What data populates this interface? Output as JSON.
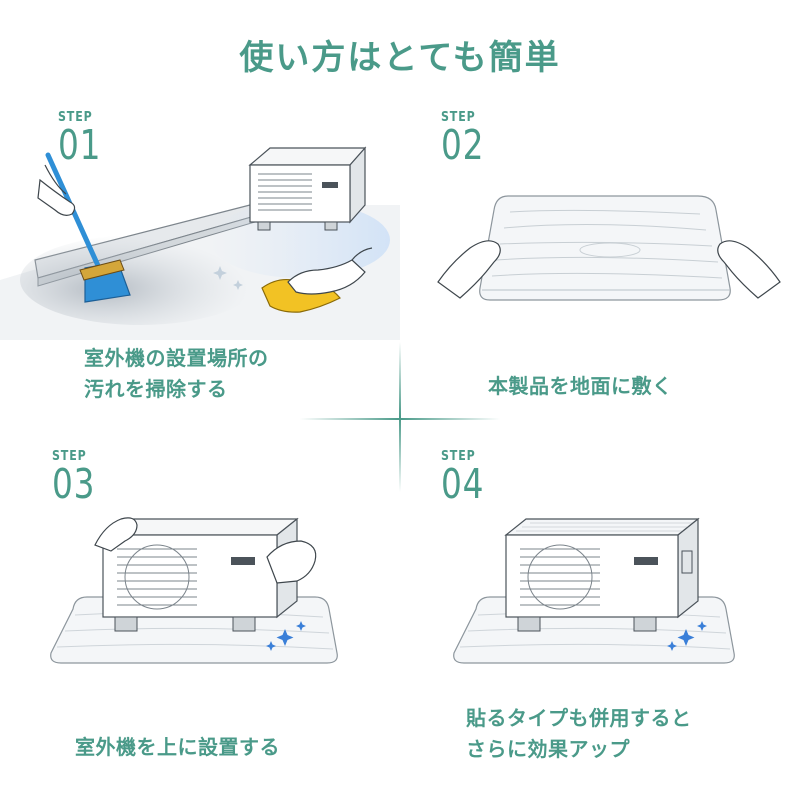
{
  "title": "使い方はとても簡単",
  "colors": {
    "accent": "#4a9a89",
    "broom": "#2f8fd6",
    "cloth": "#f2c224",
    "sparkle": "#3a7fd8"
  },
  "steps": [
    {
      "label": "STEP",
      "number": "01",
      "caption_lines": [
        "室外機の設置場所の",
        "汚れを掃除する"
      ],
      "icons": [
        "broom-icon",
        "cloth-icon",
        "hand-icon",
        "ac-unit-icon"
      ]
    },
    {
      "label": "STEP",
      "number": "02",
      "caption_lines": [
        "本製品を地面に敷く"
      ],
      "icons": [
        "mat-icon",
        "hand-icon"
      ]
    },
    {
      "label": "STEP",
      "number": "03",
      "caption_lines": [
        "室外機を上に設置する"
      ],
      "icons": [
        "ac-unit-icon",
        "mat-icon",
        "hand-icon",
        "sparkle-icon"
      ]
    },
    {
      "label": "STEP",
      "number": "04",
      "caption_lines": [
        "貼るタイプも併用すると",
        "さらに効果アップ"
      ],
      "icons": [
        "ac-unit-icon",
        "mat-icon",
        "sparkle-icon"
      ]
    }
  ]
}
